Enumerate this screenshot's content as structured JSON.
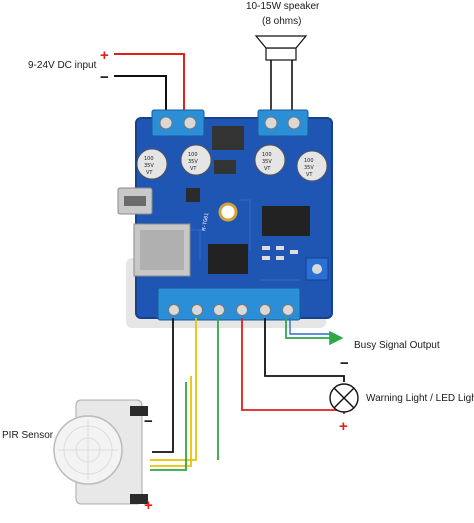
{
  "labels": {
    "speaker_line1": "10-15W speaker",
    "speaker_line2": "(8 ohms)",
    "dc_input": "9-24V DC input",
    "busy_signal": "Busy Signal Output",
    "warning_light": "Warning Light / LED Light",
    "pir_sensor": "PIR Sensor",
    "board_silk": "M-TG01"
  },
  "signs": {
    "plus": "+",
    "minus": "−"
  },
  "capacitor_text": {
    "value": "100",
    "voltage": "35V",
    "series": "VT"
  },
  "colors": {
    "board": "#1f56b3",
    "board_dark": "#16428c",
    "terminal": "#2a8fd6",
    "wire_red": "#e0201a",
    "wire_black": "#111111",
    "wire_yellow": "#e8c400",
    "wire_green": "#2fa84a",
    "wire_blue": "#2a6fd0"
  }
}
